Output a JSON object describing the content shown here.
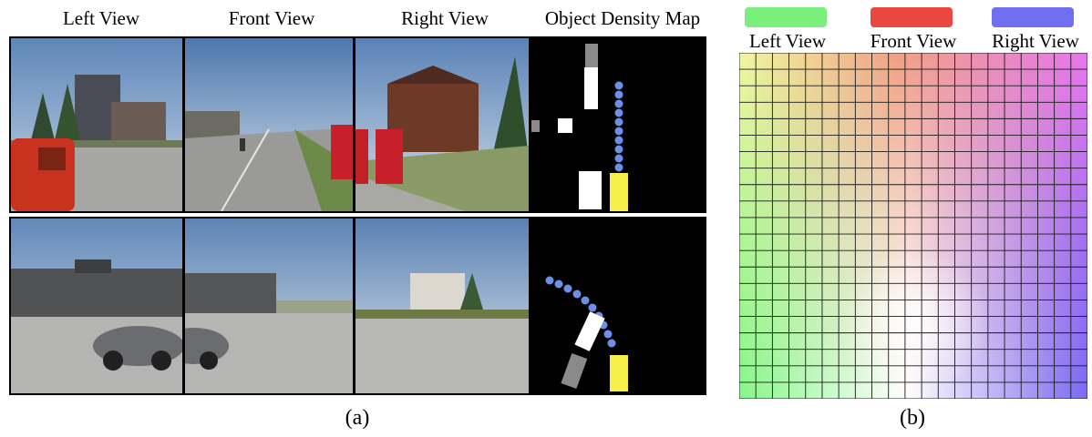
{
  "figure": {
    "column_headers": [
      "Left View",
      "Front View",
      "Right View",
      "Object Density Map"
    ],
    "subfig_a_label": "(a)",
    "subfig_b_label": "(b)"
  },
  "legend": [
    {
      "label": "Left View",
      "color": "#7af07a"
    },
    {
      "label": "Front View",
      "color": "#e8483e"
    },
    {
      "label": "Right View",
      "color": "#6f6ff0"
    }
  ],
  "colors": {
    "left": "#86f68a",
    "front": "#f07a6a",
    "right": "#7a6af2",
    "top_left_blend": "#f2f6a2",
    "top_mid_blend": "#f0a082",
    "top_right_blend": "#e876ee",
    "center_white": "#ffffff",
    "map_object_white": "#ffffff",
    "map_object_gray": "#8a8a8a",
    "map_ego_yellow": "#f6ef4a",
    "map_dot_blue": "#6d8fe8"
  },
  "icons": {
    "scene_icon": "driving-scene-photo",
    "map_icon": "bird-eye-density-map"
  }
}
